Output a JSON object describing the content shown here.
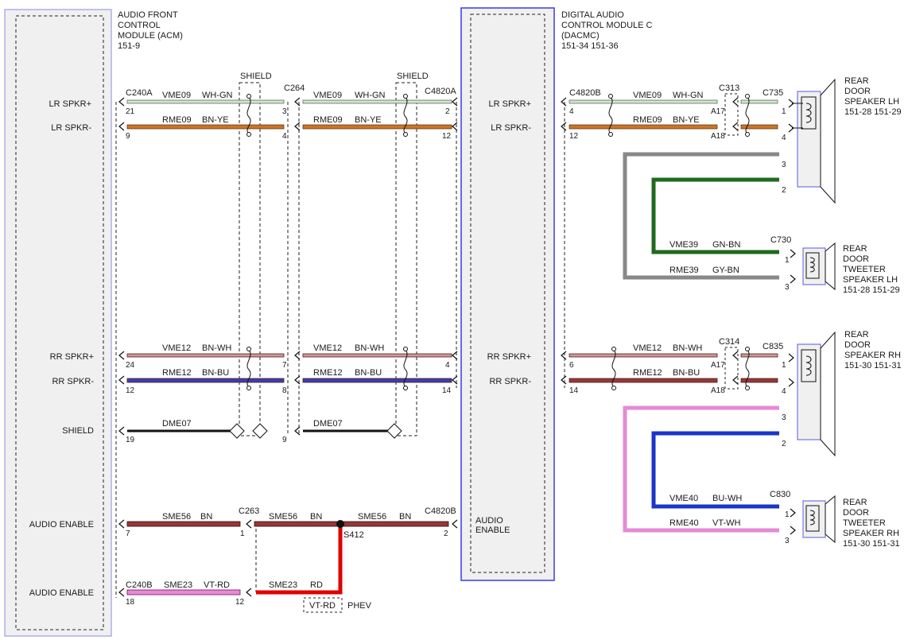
{
  "modules": {
    "acm": {
      "title": [
        "AUDIO FRONT",
        "CONTROL",
        "MODULE (ACM)",
        "151-9"
      ],
      "pins": [
        "LR SPKR+",
        "LR SPKR-",
        "RR SPKR+",
        "RR SPKR-",
        "SHIELD",
        "AUDIO ENABLE",
        "AUDIO ENABLE"
      ]
    },
    "dacmc": {
      "title": [
        "DIGITAL AUDIO",
        "CONTROL MODULE C",
        "(DACMC)",
        "151-34  151-36"
      ],
      "pins": [
        "LR SPKR+",
        "LR SPKR-",
        "RR SPKR+",
        "RR SPKR-",
        "AUDIO",
        "ENABLE"
      ]
    }
  },
  "shield_labels": [
    "SHIELD",
    "SHIELD"
  ],
  "connectors": {
    "c240a": "C240A",
    "c264": "C264",
    "c4820a": "C4820A",
    "c4820b_top": "C4820B",
    "c313": "C313",
    "c735": "C735",
    "c730": "C730",
    "c314": "C314",
    "c835": "C835",
    "c830": "C830",
    "c263": "C263",
    "c4820b_bottom": "C4820B",
    "c240b": "C240B",
    "s412": "S412"
  },
  "wires": {
    "vme09": [
      "VME09",
      "WH-GN"
    ],
    "rme09": [
      "RME09",
      "BN-YE"
    ],
    "vme12": [
      "VME12",
      "BN-WH"
    ],
    "rme12": [
      "RME12",
      "BN-BU"
    ],
    "dme07": "DME07",
    "vme39": [
      "VME39",
      "GN-BN"
    ],
    "rme39": [
      "RME39",
      "GY-BN"
    ],
    "vme40": [
      "VME40",
      "BU-WH"
    ],
    "rme40": [
      "RME40",
      "VT-WH"
    ],
    "sme56": [
      "SME56",
      "BN"
    ],
    "sme23": [
      "SME23",
      "VT-RD"
    ],
    "sme23_red": [
      "SME23",
      "RD"
    ],
    "vtrd_box": "VT-RD",
    "phev": "PHEV"
  },
  "pin_numbers": {
    "acm": [
      "21",
      "9",
      "24",
      "12",
      "19",
      "7",
      "18"
    ],
    "c264": [
      "3",
      "4",
      "7",
      "8",
      "9"
    ],
    "c4820a": [
      "2",
      "12",
      "4",
      "14"
    ],
    "c4820b": [
      "4",
      "12",
      "6",
      "14"
    ],
    "c313": [
      "A17",
      "A18"
    ],
    "c314": [
      "A17",
      "A18"
    ],
    "c735": [
      "1",
      "4",
      "3",
      "2"
    ],
    "c835": [
      "1",
      "4",
      "3",
      "2"
    ],
    "c730": [
      "1",
      "3"
    ],
    "c830": [
      "1",
      "3"
    ],
    "c263": [
      "1",
      "12"
    ],
    "c4820b_enable": "2"
  },
  "components": {
    "lh_speaker": [
      "REAR",
      "DOOR",
      "SPEAKER LH",
      "151-28  151-29"
    ],
    "lh_tweeter": [
      "REAR",
      "DOOR",
      "TWEETER",
      "SPEAKER LH",
      "151-28  151-29"
    ],
    "rh_speaker": [
      "REAR",
      "DOOR",
      "SPEAKER RH",
      "151-30  151-31"
    ],
    "rh_tweeter": [
      "REAR",
      "DOOR",
      "TWEETER",
      "SPEAKER RH",
      "151-30  151-31"
    ]
  },
  "colors": {
    "wh_gn": "#cfe8c6",
    "bn_ye": "#c8742a",
    "bn_wh": "#b9807a",
    "bn_bu": "#3b3fae",
    "black": "#111111",
    "green": "#1e6b1e",
    "gray": "#888888",
    "blue": "#1a35c9",
    "violet": "#e090e0",
    "brown": "#8f3a3a",
    "red": "#e00000",
    "pink": "#e58ad6",
    "module_fill": "#f0f0f0",
    "module_border": "#8a8ae0",
    "connector_border": "#3a3ae0"
  }
}
